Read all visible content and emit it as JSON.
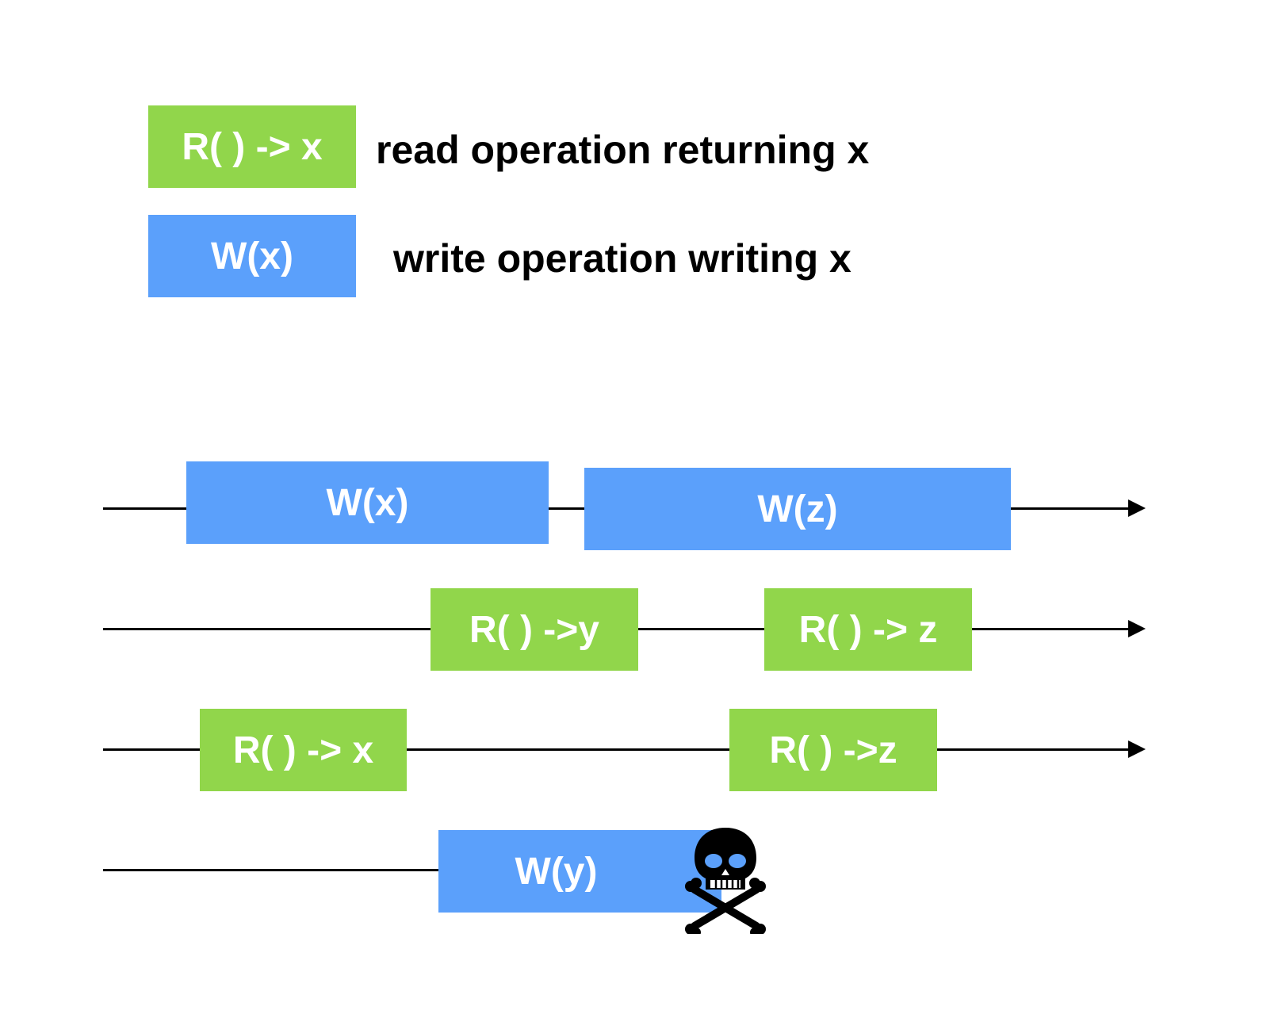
{
  "colors": {
    "read_box": "#91d64b",
    "write_box": "#5ba0fb",
    "skull": "#000000",
    "skull_eyes": "#5ba0fb"
  },
  "legend": {
    "read_box_label": "R( ) -> x",
    "read_description": "read operation returning x",
    "write_box_label": "W(x)",
    "write_description": "write operation writing x"
  },
  "timelines": {
    "row1": {
      "op1": "W(x)",
      "op2": "W(z)"
    },
    "row2": {
      "op1": "R( ) ->y",
      "op2": "R( ) -> z"
    },
    "row3": {
      "op1": "R( ) -> x",
      "op2": "R( ) ->z"
    },
    "row4": {
      "op1": "W(y)",
      "crash_icon": "skull-and-crossbones-icon"
    }
  }
}
